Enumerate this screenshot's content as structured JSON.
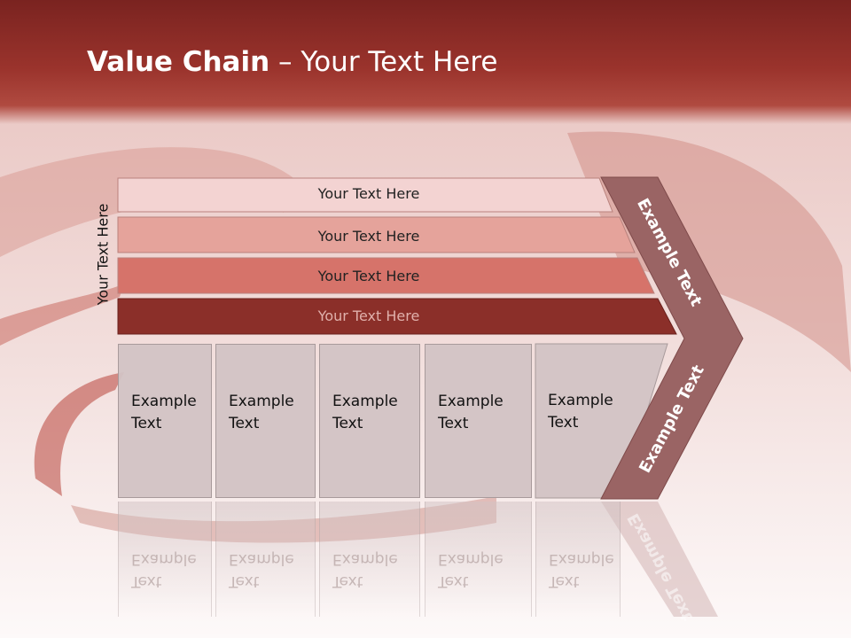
{
  "title": {
    "bold": "Value Chain",
    "rest": " – Your Text Here"
  },
  "side_label": "Your Text Here",
  "bars": [
    {
      "label": "Your Text Here"
    },
    {
      "label": "Your Text Here"
    },
    {
      "label": "Your Text Here"
    },
    {
      "label": "Your Text Here"
    }
  ],
  "cells": [
    {
      "line1": "Example",
      "line2": "Text"
    },
    {
      "line1": "Example",
      "line2": "Text"
    },
    {
      "line1": "Example",
      "line2": "Text"
    },
    {
      "line1": "Example",
      "line2": "Text"
    },
    {
      "line1": "Example",
      "line2": "Text"
    }
  ],
  "chevron": {
    "upper": "Example Text",
    "lower": "Example Text"
  },
  "colors": {
    "title_band": "#9a332c",
    "bar1": "#f3d3d2",
    "bar2": "#e5a39b",
    "bar3": "#d6736a",
    "bar4": "#8b2f29",
    "chevron": "#9a6464"
  }
}
